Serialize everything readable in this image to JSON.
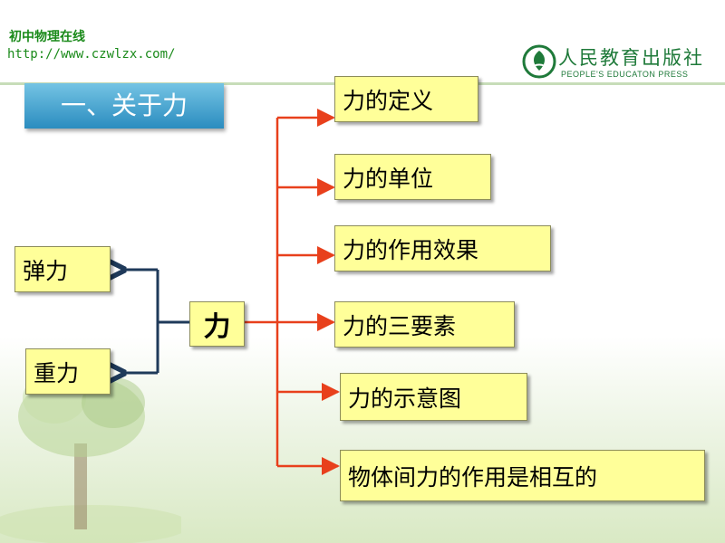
{
  "header": {
    "site_name": "初中物理在线",
    "site_url": "http://www.czwlzx.com/"
  },
  "publisher": {
    "name": "人民教育出版社",
    "name_en": "PEOPLE'S EDUCATON PRESS"
  },
  "slide": {
    "title": "一、关于力"
  },
  "diagram": {
    "center": "力",
    "left_nodes": [
      "弹力",
      "重力"
    ],
    "right_nodes": [
      "力的定义",
      "力的单位",
      "力的作用效果",
      "力的三要素",
      "力的示意图",
      "物体间力的作用是相互的"
    ]
  },
  "colors": {
    "node_fill": "#ffff99",
    "right_connector": "#e8401c",
    "left_connector": "#1f3a5a",
    "title_fill": "#2b8cbf",
    "header_text": "#1a8a1a"
  }
}
